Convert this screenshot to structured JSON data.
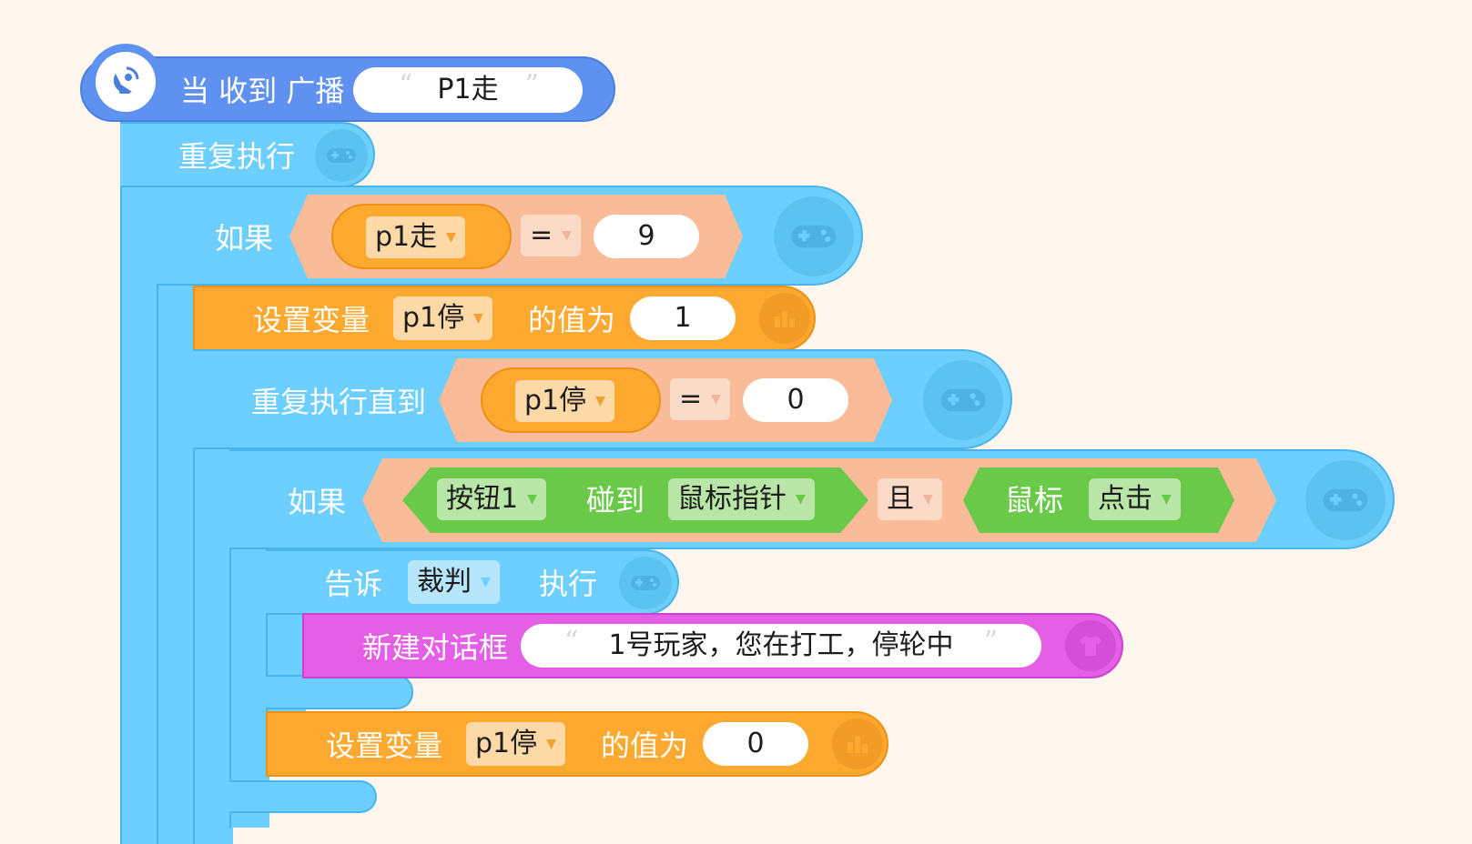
{
  "hat": {
    "text": "当 收到 广播",
    "message": "P1走",
    "quote_open": "“",
    "quote_close": "”"
  },
  "forever": {
    "label": "重复执行"
  },
  "if1": {
    "label": "如果",
    "var": "p1走",
    "op": "=",
    "value": "9"
  },
  "set1": {
    "label": "设置变量",
    "var": "p1停",
    "label2": "的值为",
    "value": "1"
  },
  "repeat_until": {
    "label": "重复执行直到",
    "var": "p1停",
    "op": "=",
    "value": "0"
  },
  "if2": {
    "label": "如果",
    "sprite": "按钮1",
    "touch": "碰到",
    "target": "鼠标指针",
    "and": "且",
    "mouse": "鼠标",
    "mouse_action": "点击"
  },
  "tell": {
    "label": "告诉",
    "target": "裁判",
    "label2": "执行"
  },
  "dialog": {
    "label": "新建对话框",
    "text": "1号玩家，您在打工，停轮中",
    "quote_open": "“",
    "quote_close": "”"
  },
  "set2": {
    "label": "设置变量",
    "var": "p1停",
    "label2": "的值为",
    "value": "0"
  },
  "dropdown_arrow": "▼",
  "colors": {
    "event": "#5e91f0",
    "control": "#6ccfff",
    "variable": "#fda82e",
    "operator": "#fabb98",
    "sensing": "#6bc94a",
    "looks": "#e45ee6"
  }
}
